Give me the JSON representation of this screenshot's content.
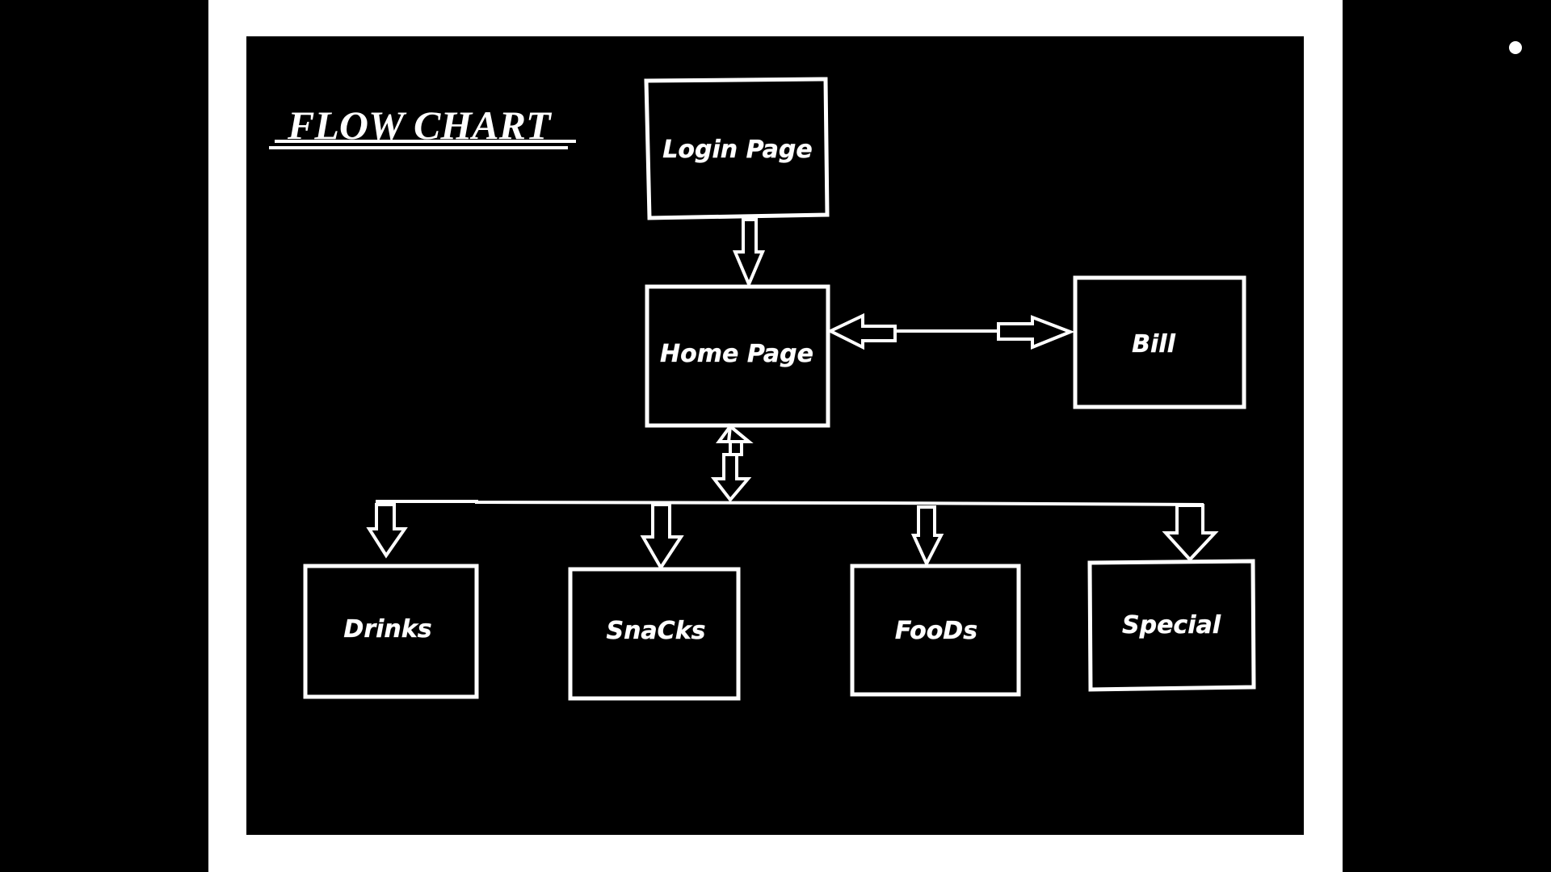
{
  "title": "FLOW CHART",
  "nodes": {
    "login": "Login Page",
    "home": "Home Page",
    "bill": "Bill",
    "drinks": "Drinks",
    "snacks": "SnaCks",
    "foods": "FooDs",
    "special": "Special"
  },
  "colors": {
    "background": "#000000",
    "frame": "#ffffff",
    "stroke": "#ffffff",
    "text": "#ffffff"
  }
}
